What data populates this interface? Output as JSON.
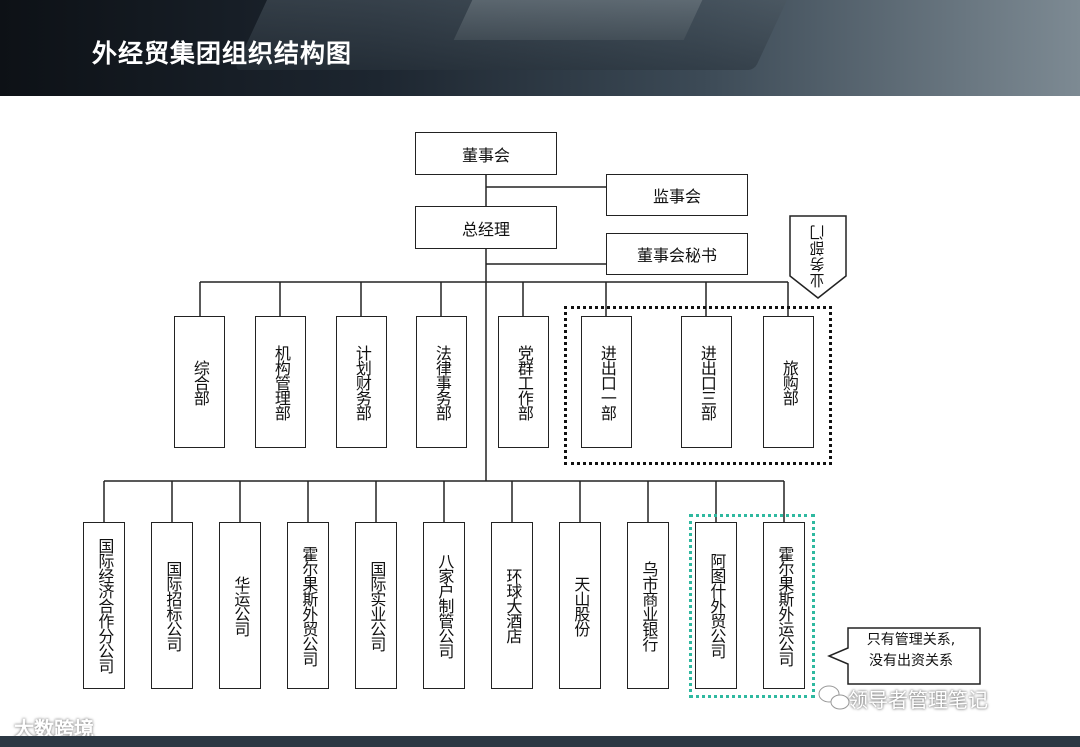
{
  "title": "外经贸集团组织结构图",
  "top": {
    "board": "董事会",
    "supervisors": "监事会",
    "gm": "总经理",
    "secretary": "董事会秘书"
  },
  "departments": [
    "综合部",
    "机构管理部",
    "计划财务部",
    "法律事务部",
    "党群工作部",
    "进出口一部",
    "进出口三部",
    "旅购部"
  ],
  "business_label": "业务部门",
  "companies": [
    "国际经济合作分公司",
    "国际招标公司",
    "华运公司",
    "霍尔果斯外贸公司",
    "国际实业公司",
    "八家户制管公司",
    "环球大酒店",
    "天山股份",
    "乌市商业银行",
    "阿图什外贸公司",
    "霍尔果斯外运公司"
  ],
  "note": {
    "line1": "只有管理关系,",
    "line2": "没有出资关系"
  },
  "watermarks": {
    "left": "大数跨境",
    "right": "领导者管理笔记"
  },
  "colors": {
    "header_dark": "#0d1116",
    "management_group_border": "#2fb9a0",
    "bottom_bar": "#2c3843"
  },
  "icons": [
    "wechat-icon",
    "callout-arrow-icon"
  ]
}
